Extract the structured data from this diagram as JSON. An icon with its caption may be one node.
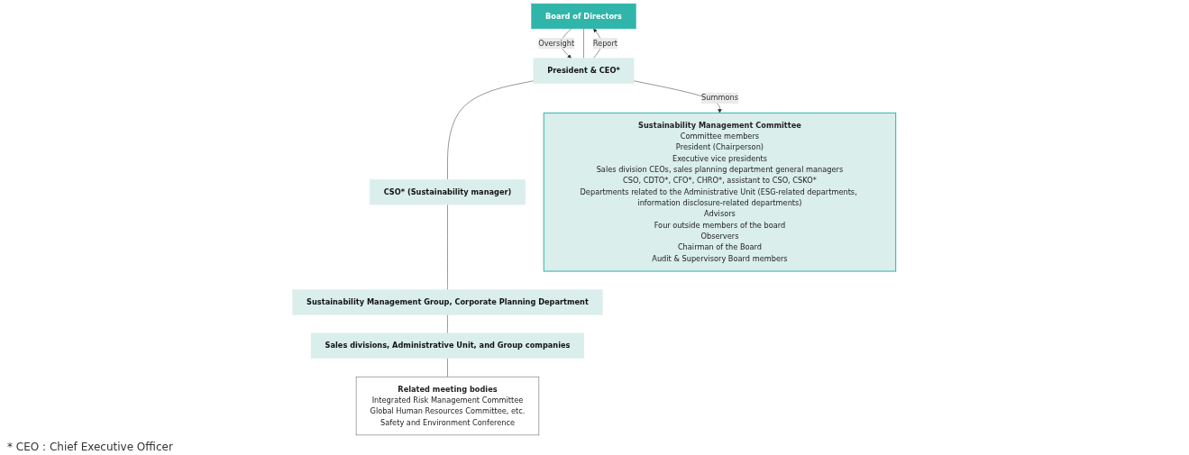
{
  "diagram": {
    "nodes": [
      {
        "text": [
          "Board of Directors"
        ]
      },
      {
        "text": [
          "President & CEO*"
        ]
      },
      {
        "text": [
          "CSO* (Sustainability manager)"
        ]
      },
      {
        "text": [
          "Sustainability Management Group, Corporate Planning Department"
        ]
      },
      {
        "text": [
          "Sales divisions, Administrative Unit, and Group companies"
        ]
      },
      {
        "text": [
          "Sustainability Management Committee",
          "Committee members",
          "President (Chairperson)",
          "Executive vice presidents",
          "Sales division CEOs, sales planning department general managers",
          "CSO, CDTO*, CFO*, CHRO*, assistant to CSO, CSKO*",
          "Departments related to the Administrative Unit (ESG-related departments, information disclosure-related departments)",
          "Advisors",
          "Four outside members of the board",
          "Observers",
          "Chairman of the Board",
          "Audit & Supervisory Board members"
        ]
      },
      {
        "text": [
          "Related meeting bodies",
          "Integrated Risk Management Committee",
          "Global Human Resources Committee, etc.",
          "Safety and Environment Conference"
        ]
      }
    ],
    "edges": [
      {
        "from": 0,
        "to": 1,
        "label": "Oversight",
        "arrow": "to"
      },
      {
        "from": 1,
        "to": 0,
        "label": "Report",
        "arrow": "to"
      },
      {
        "from": 0,
        "to": 1,
        "arrow": "none"
      },
      {
        "from": 1,
        "to": 2,
        "arrow": "none"
      },
      {
        "from": 2,
        "to": 3,
        "arrow": "none"
      },
      {
        "from": 3,
        "to": 4,
        "arrow": "none"
      },
      {
        "from": 1,
        "to": 5,
        "label": "Summons",
        "arrow": "to"
      },
      {
        "from": 4,
        "to": 6,
        "arrow": "none"
      }
    ],
    "labels": [
      "* CEO : Chief Executive Officer"
    ]
  }
}
